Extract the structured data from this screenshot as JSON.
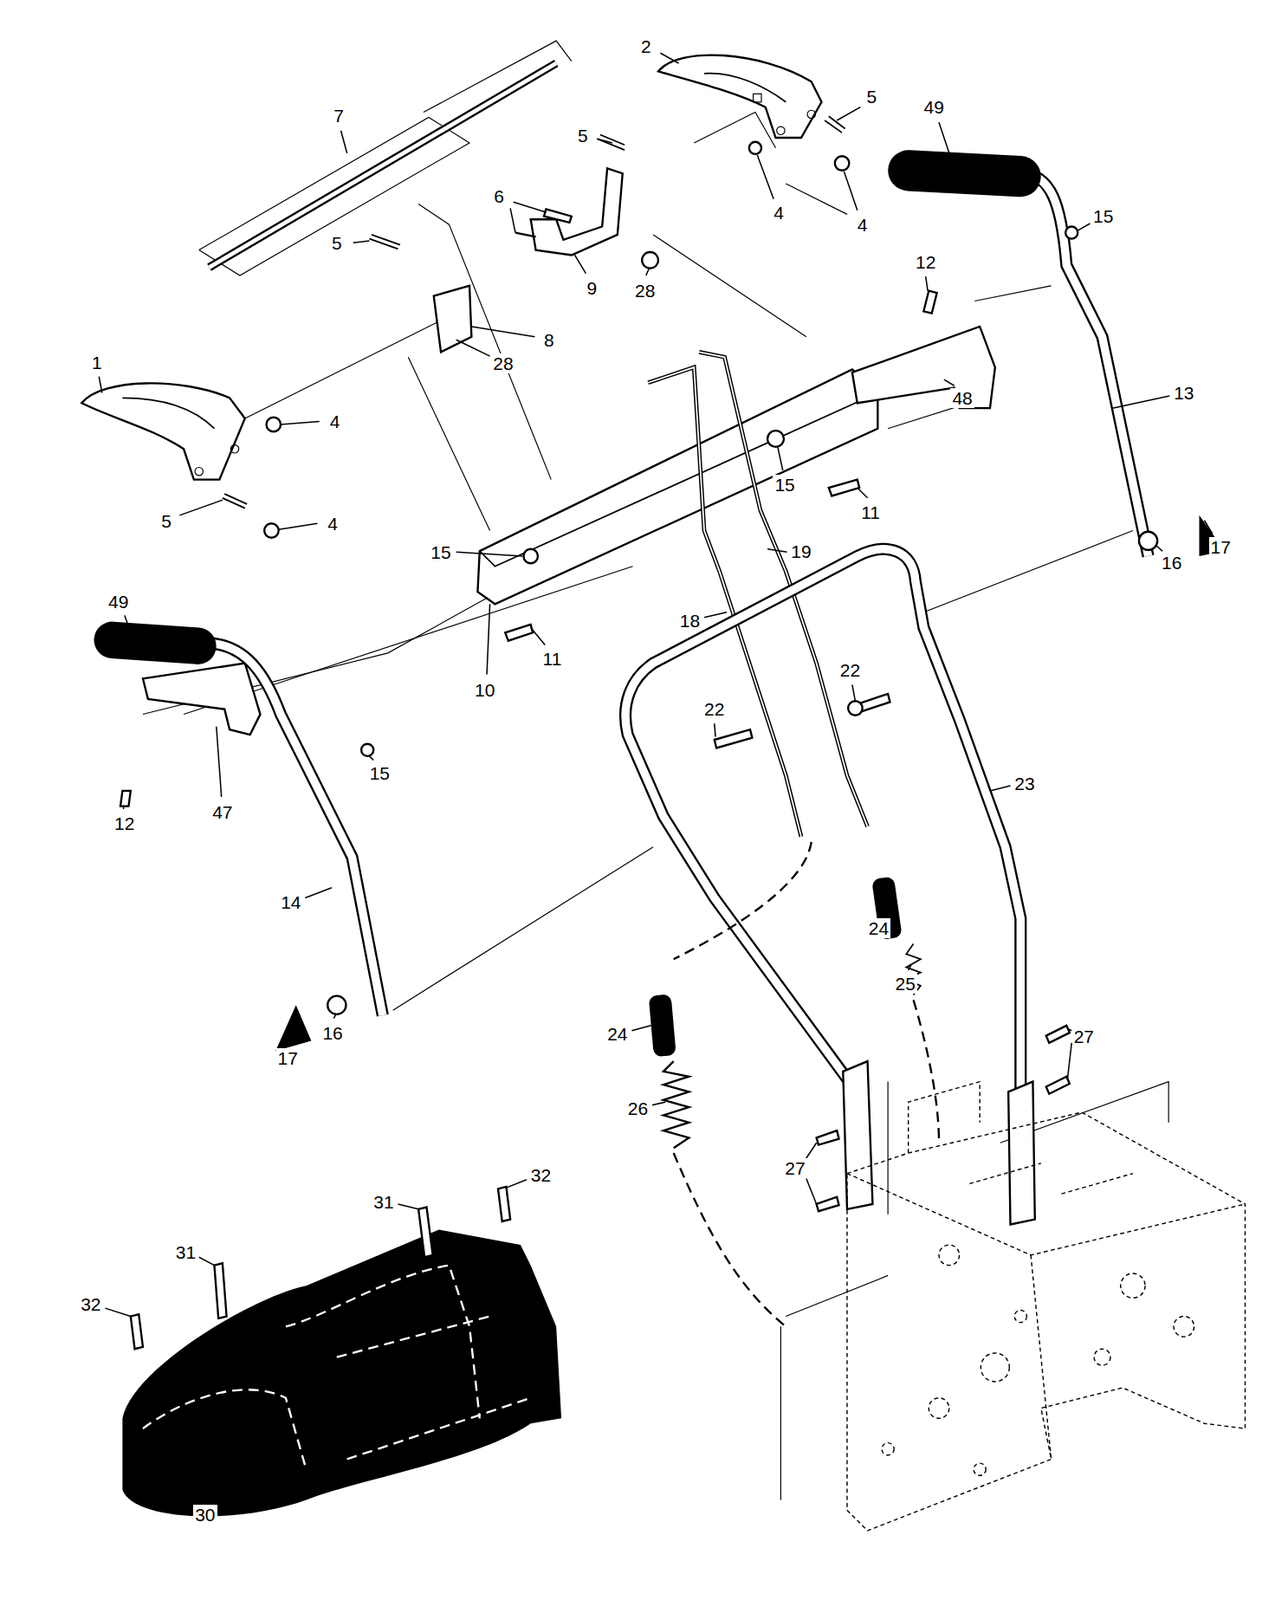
{
  "diagram": {
    "labels": [
      "2",
      "7",
      "5",
      "5",
      "49",
      "6",
      "4",
      "4",
      "5",
      "9",
      "28",
      "15",
      "12",
      "28",
      "8",
      "1",
      "4",
      "13",
      "48",
      "15",
      "11",
      "5",
      "4",
      "15",
      "19",
      "17",
      "16",
      "11",
      "18",
      "10",
      "22",
      "49",
      "22",
      "15",
      "12",
      "47",
      "23",
      "14",
      "24",
      "25",
      "17",
      "16",
      "27",
      "24",
      "26",
      "31",
      "32",
      "27",
      "31",
      "32",
      "30"
    ]
  }
}
